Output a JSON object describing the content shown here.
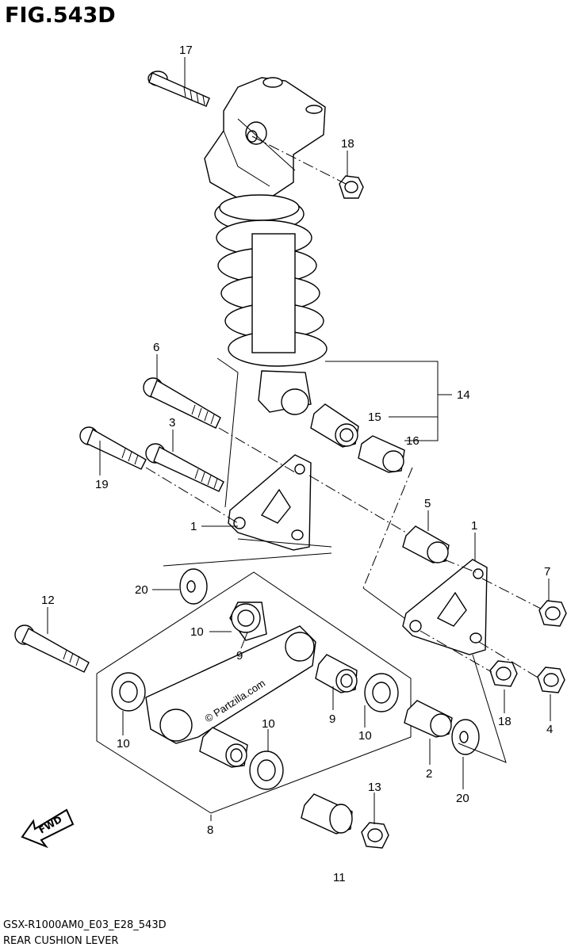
{
  "figure": {
    "title": "FIG.543D",
    "code": "GSX-R1000AM0_E03_E28_543D",
    "name": "REAR CUSHION LEVER",
    "watermark": "© Partzilla.com"
  },
  "callouts": {
    "c17": "17",
    "c18a": "18",
    "c6": "6",
    "c14": "14",
    "c15": "15",
    "c16": "16",
    "c3": "3",
    "c19": "19",
    "c1a": "1",
    "c5": "5",
    "c1b": "1",
    "c7": "7",
    "c20a": "20",
    "c12": "12",
    "c10a": "10",
    "c9a": "9",
    "c9b": "9",
    "c10b": "10",
    "c10c": "10",
    "c10d": "10",
    "c18b": "18",
    "c4": "4",
    "c2": "2",
    "c20b": "20",
    "c13": "13",
    "c8": "8",
    "c11": "11"
  },
  "fwd_label": "FWD"
}
